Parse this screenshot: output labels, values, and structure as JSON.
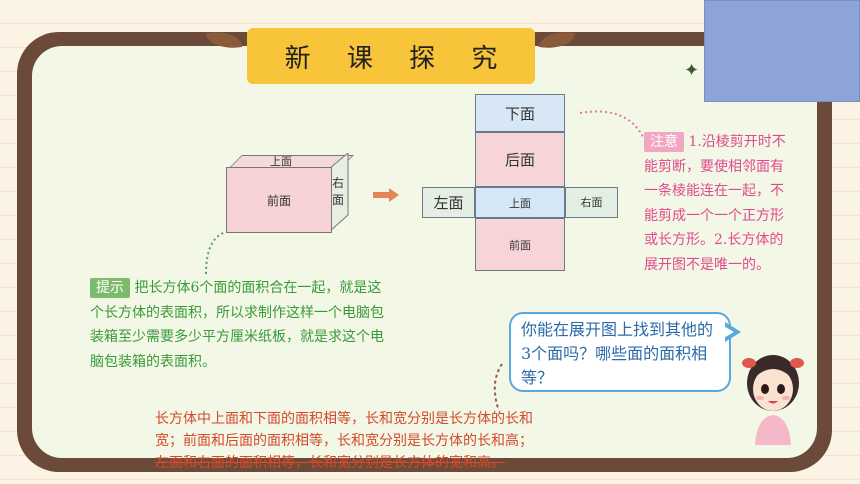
{
  "title": "新 课 探 究",
  "box": {
    "top_label": "上面",
    "front_label": "前面",
    "side_label_1": "右",
    "side_label_2": "面"
  },
  "net": {
    "down": "下面",
    "back": "后面",
    "left": "左面",
    "top": "上面",
    "right_1": "右",
    "right_2": "面",
    "front": "前面"
  },
  "hint": {
    "tag": "提示",
    "text": "把长方体6个面的面积合在一起，就是这个长方体的表面积，所以求制作这样一个电脑包装箱至少需要多少平方厘米纸板，就是求这个电脑包装箱的表面积。"
  },
  "note": {
    "tag": "注意",
    "text": "1.沿棱剪开时不能剪断，要使相邻面有一条棱能连在一起，不能剪成一个一个正方形或长方形。2.长方体的展开图不是唯一的。"
  },
  "question": "你能在展开图上找到其他的3个面吗？哪些面的面积相等？",
  "answer": {
    "line1": "长方体中上面和下面的面积相等，长和宽分别是长方体的长和",
    "line2": "宽；前面和后面的面积相等，长和宽分别是长方体的长和高；",
    "line3": "左面和右面的面积相等，长和宽分别是长方体的宽和高。"
  },
  "colors": {
    "hint_green": "#3a9a3a",
    "note_pink": "#e04b8d",
    "answer_red": "#d34a2c",
    "banner_yellow": "#f7c43a",
    "frame_brown": "#6b4a3a"
  }
}
